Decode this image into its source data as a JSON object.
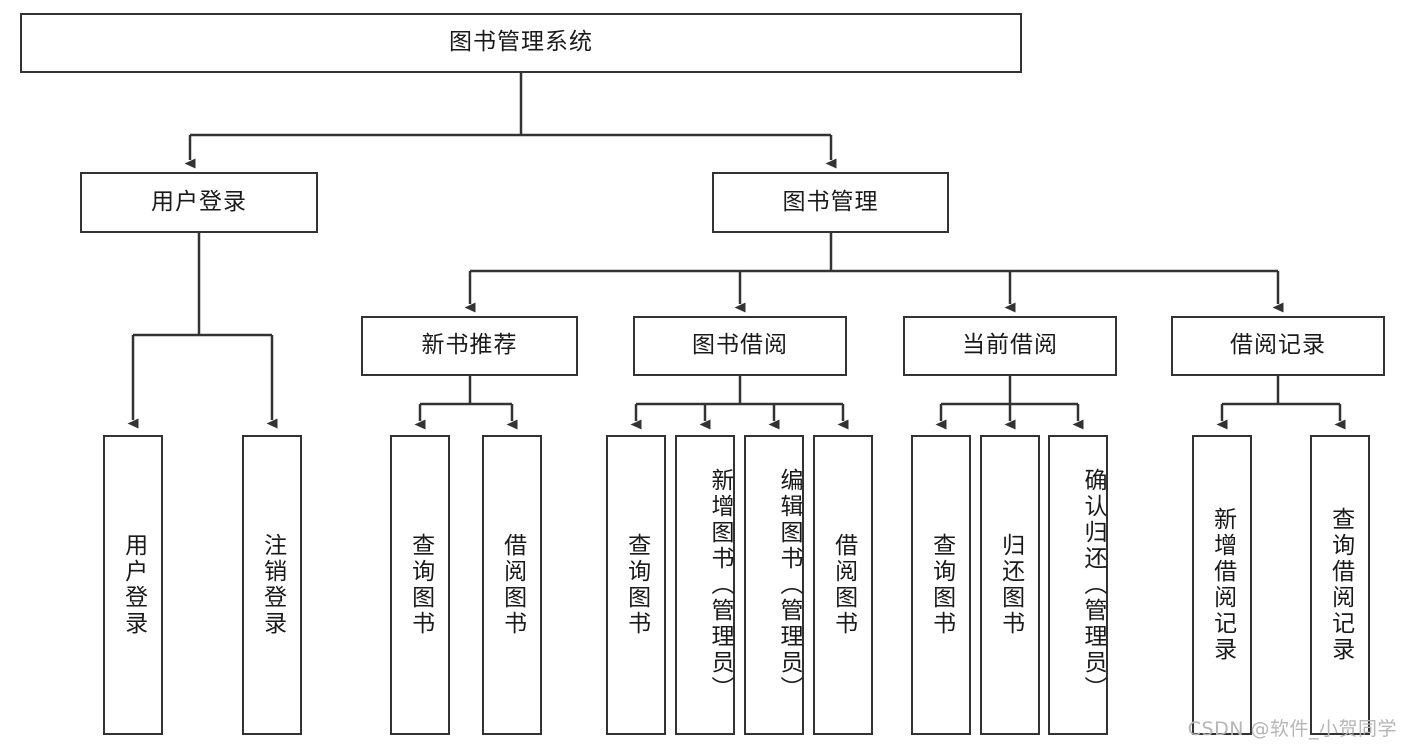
{
  "diagram": {
    "title": "图书管理系统",
    "type": "tree",
    "root": {
      "label": "图书管理系统"
    },
    "level2": [
      {
        "label": "用户登录"
      },
      {
        "label": "图书管理"
      }
    ],
    "level3": [
      {
        "label": "新书推荐"
      },
      {
        "label": "图书借阅"
      },
      {
        "label": "当前借阅"
      },
      {
        "label": "借阅记录"
      }
    ],
    "leaves": {
      "user_login": [
        {
          "label": "用户登录"
        },
        {
          "label": "注销登录"
        }
      ],
      "new_book_recommend": [
        {
          "label": "查询图书"
        },
        {
          "label": "借阅图书"
        }
      ],
      "book_borrow": [
        {
          "label": "查询图书"
        },
        {
          "label": "新增图书（管理员）"
        },
        {
          "label": "编辑图书（管理员）"
        },
        {
          "label": "借阅图书"
        }
      ],
      "current_borrow": [
        {
          "label": "查询图书"
        },
        {
          "label": "归还图书"
        },
        {
          "label": "确认归还（管理员）"
        }
      ],
      "borrow_record": [
        {
          "label": "新增借阅记录"
        },
        {
          "label": "查询借阅记录"
        }
      ]
    }
  },
  "watermark": {
    "text": "CSDN @软件_小贺同学"
  },
  "colors": {
    "stroke": "#333333",
    "background": "#ffffff",
    "text": "#1a1a1a",
    "watermark": "#b6b6b6"
  }
}
